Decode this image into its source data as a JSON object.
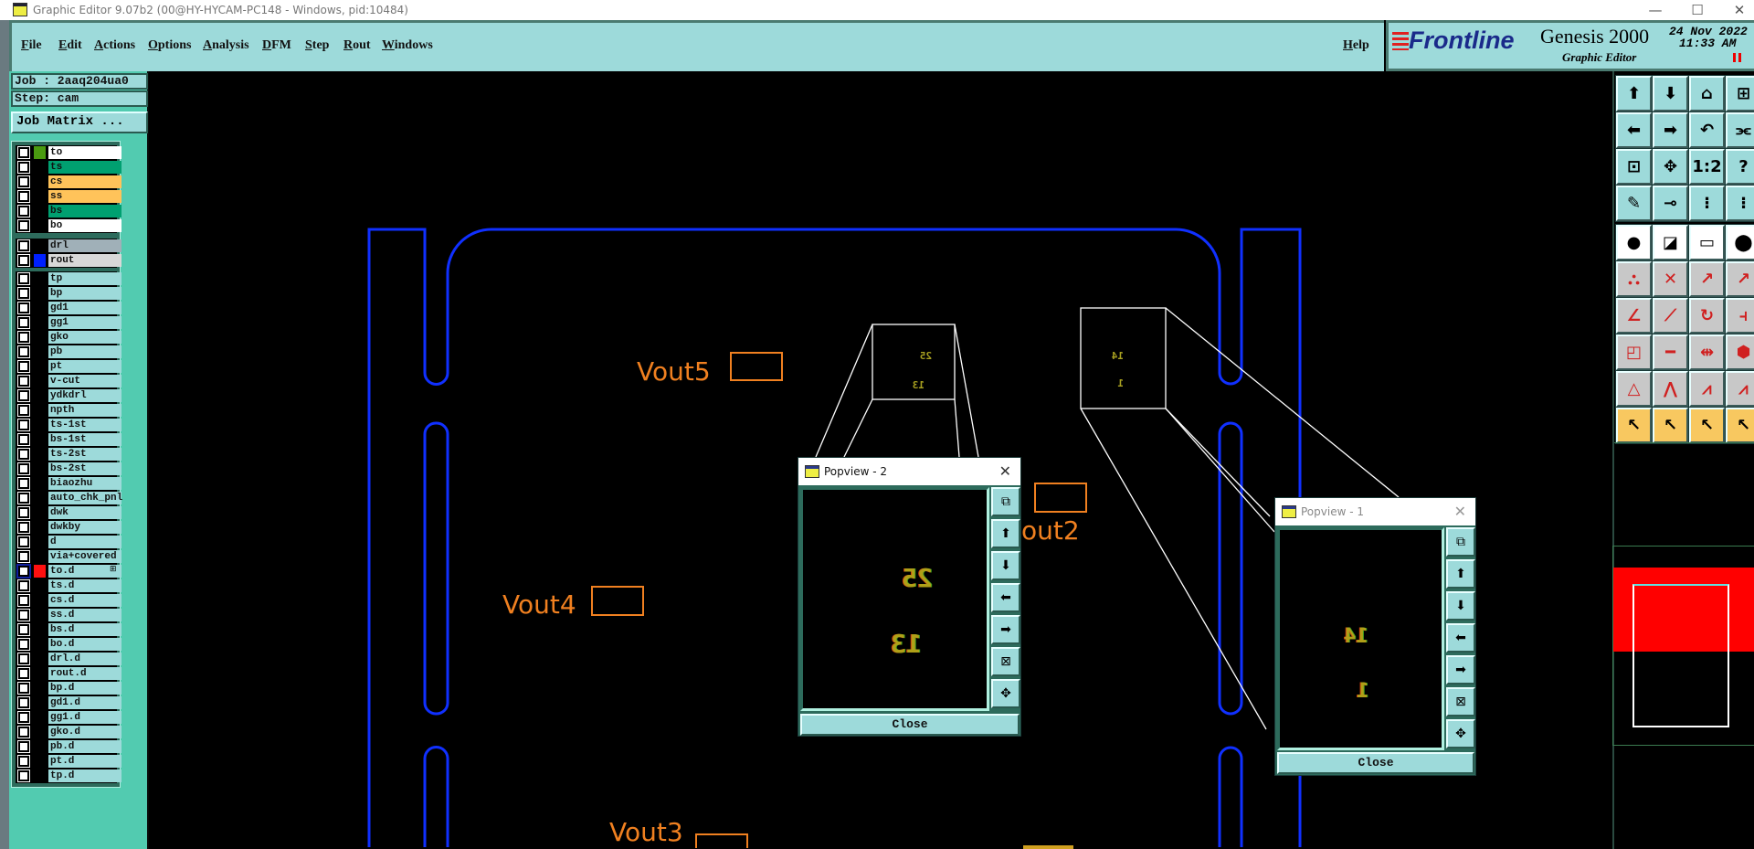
{
  "window": {
    "title": "Graphic Editor 9.07b2 (00@HY-HYCAM-PC148 - Windows, pid:10484)",
    "minimize": "—",
    "maximize": "☐",
    "close": "✕"
  },
  "menu": [
    "File",
    "Edit",
    "Actions",
    "Options",
    "Analysis",
    "DFM",
    "Step",
    "Rout",
    "Windows"
  ],
  "help": "Help",
  "brand": {
    "logo": "Frontline",
    "product": "Genesis 2000",
    "subtitle": "Graphic Editor",
    "date": "24 Nov 2022",
    "time": "11:33 AM"
  },
  "job": {
    "job_label": "Job : 2aaq204ua0",
    "step_label": "Step: cam",
    "matrix_button": "Job Matrix ..."
  },
  "layer_groups": [
    [
      {
        "name": "to",
        "bg": "#ffffff",
        "swatch": "#4a9a10"
      },
      {
        "name": "ts",
        "bg": "#00a070"
      },
      {
        "name": "cs",
        "bg": "#ffc35a"
      },
      {
        "name": "ss",
        "bg": "#ffc35a"
      },
      {
        "name": "bs",
        "bg": "#00a070"
      },
      {
        "name": "bo",
        "bg": "#ffffff"
      }
    ],
    [
      {
        "name": "drl",
        "bg": "#a0b0b8"
      },
      {
        "name": "rout",
        "bg": "#d8d8d8",
        "swatch": "#0020ff"
      }
    ],
    [
      {
        "name": "tp"
      },
      {
        "name": "bp"
      },
      {
        "name": "gd1"
      },
      {
        "name": "gg1"
      },
      {
        "name": "gko"
      },
      {
        "name": "pb"
      },
      {
        "name": "pt"
      },
      {
        "name": "v-cut"
      },
      {
        "name": "ydkdrl"
      },
      {
        "name": "npth"
      },
      {
        "name": "ts-1st"
      },
      {
        "name": "bs-1st"
      },
      {
        "name": "ts-2st"
      },
      {
        "name": "bs-2st"
      },
      {
        "name": "biaozhu"
      },
      {
        "name": "auto_chk_pnl"
      },
      {
        "name": "dwk"
      },
      {
        "name": "dwkby"
      },
      {
        "name": "d"
      },
      {
        "name": "via+covered"
      },
      {
        "name": "to.d",
        "swatch": "#ff1010",
        "active": true
      },
      {
        "name": "ts.d"
      },
      {
        "name": "cs.d"
      },
      {
        "name": "ss.d"
      },
      {
        "name": "bs.d"
      },
      {
        "name": "bo.d"
      },
      {
        "name": "drl.d"
      },
      {
        "name": "rout.d"
      },
      {
        "name": "bp.d"
      },
      {
        "name": "gd1.d"
      },
      {
        "name": "gg1.d"
      },
      {
        "name": "gko.d"
      },
      {
        "name": "pb.d"
      },
      {
        "name": "pt.d"
      },
      {
        "name": "tp.d"
      }
    ]
  ],
  "canvas": {
    "labels": [
      "Vout5",
      "Vout4",
      "Vout3",
      "out2"
    ],
    "zoom_box_1": [
      "25",
      "13"
    ],
    "zoom_box_2": [
      "14",
      "1"
    ]
  },
  "popview2": {
    "title": "Popview - 2",
    "numbers": [
      "25",
      "13"
    ],
    "close": "Close"
  },
  "popview1": {
    "title": "Popview - 1",
    "numbers": [
      "14",
      "1"
    ],
    "close": "Close"
  },
  "popview_buttons": [
    {
      "icon": "popup-window-icon",
      "g": "⧉"
    },
    {
      "icon": "pan-up-icon",
      "g": "⬆"
    },
    {
      "icon": "pan-down-icon",
      "g": "⬇"
    },
    {
      "icon": "pan-left-icon",
      "g": "⬅"
    },
    {
      "icon": "pan-right-icon",
      "g": "➡"
    },
    {
      "icon": "zoom-out-icon",
      "g": "⊠"
    },
    {
      "icon": "zoom-in-icon",
      "g": "✥"
    }
  ],
  "toolbar": [
    {
      "icon": "pan-up-icon",
      "g": "⬆",
      "c": "t"
    },
    {
      "icon": "pan-down-icon",
      "g": "⬇",
      "c": "t"
    },
    {
      "icon": "home-icon",
      "g": "⌂",
      "c": "t"
    },
    {
      "icon": "window-xy-icon",
      "g": "⊞",
      "c": "t"
    },
    {
      "icon": "pan-left-icon",
      "g": "⬅",
      "c": "t"
    },
    {
      "icon": "pan-right-icon",
      "g": "➡",
      "c": "t"
    },
    {
      "icon": "undo-zoom-icon",
      "g": "↶",
      "c": "t"
    },
    {
      "icon": "route-icon",
      "g": "⫘",
      "c": "t"
    },
    {
      "icon": "zoom-fit-icon",
      "g": "⊡",
      "c": "t"
    },
    {
      "icon": "zoom-center-icon",
      "g": "✥",
      "c": "t"
    },
    {
      "icon": "scale-1-2-icon",
      "g": "1:2",
      "c": "t"
    },
    {
      "icon": "help-icon",
      "g": "?",
      "c": "t"
    },
    {
      "icon": "settings-palette-icon",
      "g": "✎",
      "c": "t"
    },
    {
      "icon": "snap-icon",
      "g": "⊸",
      "c": "t"
    },
    {
      "icon": "board-drc-icon",
      "g": "⁝",
      "c": "t"
    },
    {
      "icon": "board-drc-2-icon",
      "g": "⁝",
      "c": "t"
    },
    {
      "icon": "feature-info-icon",
      "g": "●",
      "c": "w"
    },
    {
      "icon": "measure-icon",
      "g": "◪",
      "c": "w"
    },
    {
      "icon": "ruler-icon",
      "g": "▭",
      "c": "w"
    },
    {
      "icon": "pad-icon",
      "g": "⬤",
      "c": "w"
    },
    {
      "icon": "connect-icon",
      "g": "⛬",
      "c": "g"
    },
    {
      "icon": "cross-icon",
      "g": "✕",
      "c": "g"
    },
    {
      "icon": "move-point-icon",
      "g": "↗",
      "c": "g"
    },
    {
      "icon": "move-point-2-icon",
      "g": "↗",
      "c": "g"
    },
    {
      "icon": "angle-icon",
      "g": "∠",
      "c": "g"
    },
    {
      "icon": "line-icon",
      "g": "⟋",
      "c": "g"
    },
    {
      "icon": "rotate-icon",
      "g": "↻",
      "c": "g"
    },
    {
      "icon": "mirror-icon",
      "g": "⫞",
      "c": "g"
    },
    {
      "icon": "move-pad-icon",
      "g": "◰",
      "c": "g"
    },
    {
      "icon": "split-line-icon",
      "g": "━",
      "c": "g"
    },
    {
      "icon": "spacing-icon",
      "g": "⇹",
      "c": "g"
    },
    {
      "icon": "shapes-icon",
      "g": "⬢",
      "c": "g"
    },
    {
      "icon": "triangle-icon",
      "g": "△",
      "c": "g"
    },
    {
      "icon": "arc-icon",
      "g": "⋀",
      "c": "g"
    },
    {
      "icon": "arch-icon",
      "g": "⩘",
      "c": "g"
    },
    {
      "icon": "arch-2-icon",
      "g": "⩘",
      "c": "g"
    },
    {
      "icon": "select-icon",
      "g": "↖",
      "c": "y"
    },
    {
      "icon": "select-box-icon",
      "g": "↖",
      "c": "y"
    },
    {
      "icon": "select-poly-icon",
      "g": "↖",
      "c": "y"
    },
    {
      "icon": "select-path-icon",
      "g": "↖",
      "c": "y"
    }
  ]
}
